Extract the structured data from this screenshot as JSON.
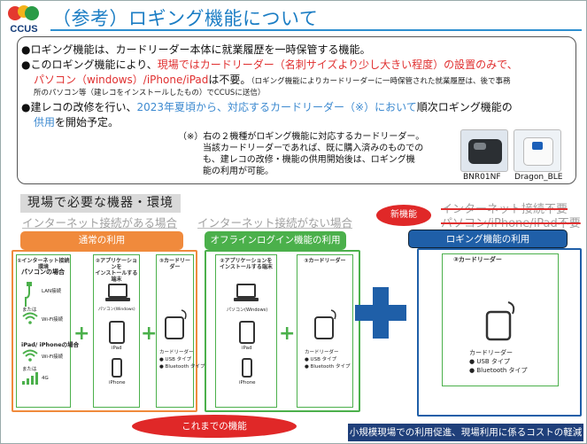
{
  "header": {
    "logo_text": "CCUS",
    "title": "（参考）ロギング機能について"
  },
  "bullets": {
    "b1": "●ロギング機能は、カードリーダー本体に就業履歴を一時保管する機能。",
    "b2_a": "●このロギング機能により、",
    "b2_red": "現場ではカードリーダー（名刺サイズより少し大きい程度）の設置のみで、",
    "b2_red2": "パソコン（windows）/iPhone/iPad",
    "b2_b": "は不要。",
    "b2_small": "（ロギング機能によりカードリーダーに一時保管された就業履歴は、後で事務",
    "b2_small2": "所のパソコン等（建レコをインストールしたもの）でCCUSに送信）",
    "b3_a": "●建レコの改修を行い、",
    "b3_blue": "2023年夏頃から、対応するカードリーダー（※）において",
    "b3_b": "順次ロギング機能の",
    "b3_blue2": "供用",
    "b3_c": "を開始予定。"
  },
  "note": {
    "line1": "（※）右の２機種がロギング機能に対応するカードリーダー。",
    "line2": "当該カードリーダーであれば、既に購入済みのものでの",
    "line3": "も、建レコの改修・機能の供用開始後は、ロギング機",
    "line4": "能の利用が可能。"
  },
  "devices": {
    "d1": "BNR01NF",
    "d2": "Dragon_BLE"
  },
  "section": {
    "title": "現場で必要な機器・環境",
    "with_internet": "インターネット接続がある場合",
    "without_internet": "インターネット接続がない場合",
    "new_feature": "新機能",
    "not_needed_1": "インターネット接続不要",
    "not_needed_2": "パソコン/iPhone/iPad不要"
  },
  "panels": {
    "normal": "通常の利用",
    "offline": "オフラインログイン機能の利用",
    "logging": "ロギング機能の利用"
  },
  "columns": {
    "internet_env": "①インターネット接続環境",
    "app_install": "②アプリケーションを",
    "app_install2": "インストールする端末",
    "card_reader": "③カードリーダー",
    "pc_case": "パソコンの場合",
    "lan": "LAN接続",
    "or": "または",
    "wifi": "Wi-Fi接続",
    "ipad_case": "iPad/ iPhoneの場合",
    "wifi2": "Wi-Fi接続",
    "or2": "または",
    "g4": "4G",
    "pc_win": "パソコン(Windows)",
    "ipad": "iPad",
    "iphone": "iPhone",
    "cr_label": "カードリーダー",
    "usb": "● USB タイプ",
    "bt": "● Bluetooth タイプ",
    "logging_cr": "③カードリーダー"
  },
  "footer": {
    "old": "これまでの機能",
    "bar": "小規模現場での利用促進、現場利用に係るコストの軽減"
  },
  "colors": {
    "accent_blue": "#1b7dc4",
    "orange": "#f08a3c",
    "green": "#4bb04b",
    "navy": "#1f5fa8",
    "red": "#e02828"
  }
}
